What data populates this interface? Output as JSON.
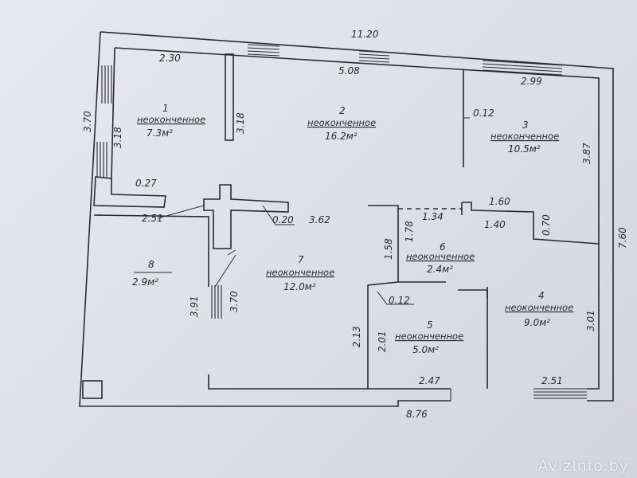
{
  "dimensions": {
    "top_total": "11.20",
    "top_left": "2.30",
    "top_center": "5.08",
    "top_right": "2.99",
    "left_wall": "3.70",
    "room1_height": "3.18",
    "room1_partition": "3.18",
    "partition_r3": "0.12",
    "right_upper": "3.87",
    "right_total": "7.60",
    "wall_stub": "0.27",
    "jog": "2.51",
    "wall_thick": "0.20",
    "hall_width": "3.62",
    "bath_top": "1.34",
    "corridor_w": "1.60",
    "corridor_inner": "1.40",
    "corridor_h": "0.70",
    "bath_partition": "1.78",
    "bath_left": "1.58",
    "lower_left_outer": "3.91",
    "lower_left_inner": "3.70",
    "room5_partition": "0.12",
    "room5_left_outer": "2.13",
    "room5_left_inner": "2.01",
    "room5_bottom": "2.47",
    "room4_bottom": "2.51",
    "right_lower": "3.01",
    "bottom_total": "8.76"
  },
  "rooms": [
    {
      "number": "1",
      "status": "неоконченное",
      "area": "7.3м²"
    },
    {
      "number": "2",
      "status": "неоконченное",
      "area": "16.2м²"
    },
    {
      "number": "3",
      "status": "неоконченное",
      "area": "10.5м²"
    },
    {
      "number": "4",
      "status": "неоконченное",
      "area": "9.0м²"
    },
    {
      "number": "5",
      "status": "неоконченное",
      "area": "5.0м²"
    },
    {
      "number": "6",
      "status": "неоконченное",
      "area": "2.4м²"
    },
    {
      "number": "7",
      "status": "неоконченное",
      "area": "12.0м²"
    },
    {
      "number": "8",
      "status": "",
      "area": "2.9м²"
    }
  ],
  "watermark": "AvizInfo.by",
  "colors": {
    "ink": "#2a2a30",
    "paper": "#e3e5ea"
  }
}
